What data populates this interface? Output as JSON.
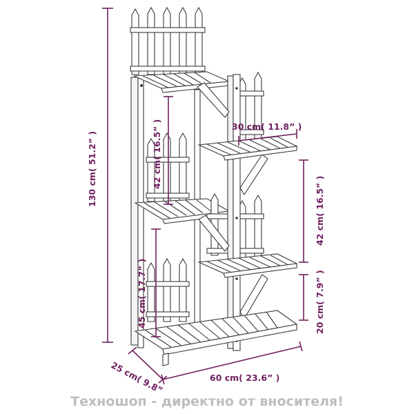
{
  "product": "plant stand with picket fence back",
  "colors": {
    "dimension": "#6e1f5e",
    "outline": "#3a3a3a",
    "watermark": "#bdbdbd",
    "background": "#ffffff"
  },
  "dimensions": {
    "height_total": "130 cm( 51.2” )",
    "depth": "25 cm( 9.8”",
    "width": "60 cm( 23.6” )",
    "shelf_width": "30 cm( 11.8” )",
    "gap_upper_left": "42 cm( 16.5” )",
    "gap_right": "42 cm( 16.5” )",
    "gap_lower_left": "45 cm( 17.7” )",
    "gap_bottom_right": "20 cm( 7.9” )"
  },
  "watermark": "Техношоп - директно от вносителя!"
}
